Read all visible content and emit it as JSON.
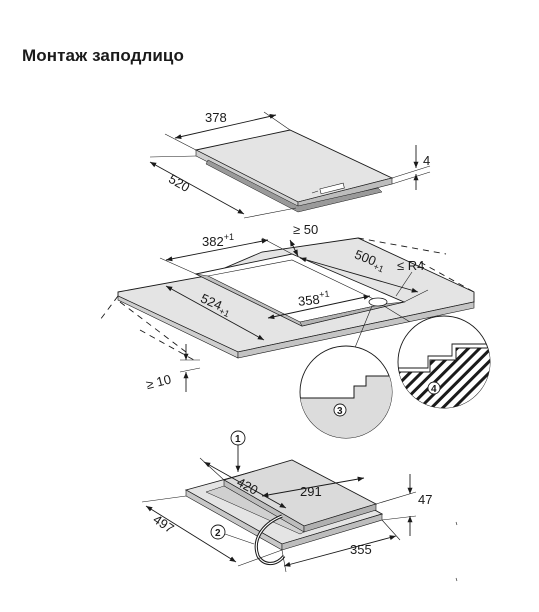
{
  "title": "Монтаж заподлицо",
  "hob": {
    "width": "378",
    "depth": "520",
    "thickness": "4"
  },
  "cutout": {
    "rebate_width": "382",
    "rebate_width_tol": "+1",
    "clearance": "≥ 50",
    "rebate_depth": "500",
    "rebate_depth_tol": "+1",
    "radius": "≤ R4",
    "cut_width": "358",
    "cut_width_tol": "+1",
    "cut_depth": "524",
    "cut_depth_tol": "+1",
    "worktop_min": "≥ 10"
  },
  "bottom": {
    "top_width": "420",
    "top_depth": "291",
    "height": "47",
    "base_depth": "497",
    "base_width": "355"
  },
  "callouts": [
    "1",
    "2",
    "3",
    "4"
  ]
}
